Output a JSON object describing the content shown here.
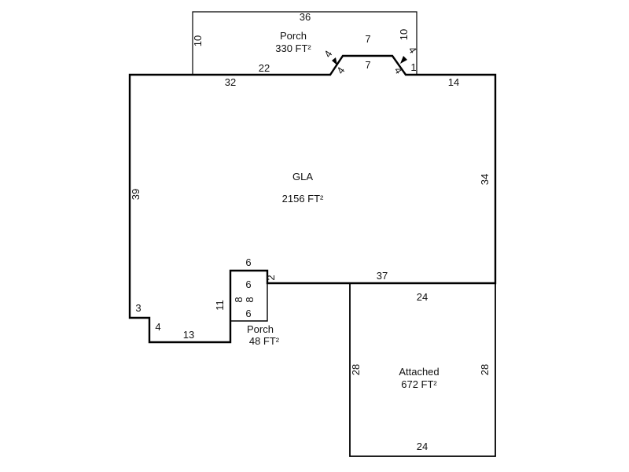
{
  "sketch": {
    "areas": {
      "top_porch": {
        "name": "Porch",
        "area": "330 FT²"
      },
      "gla": {
        "name": "GLA",
        "area": "2156 FT²"
      },
      "small_porch": {
        "name": "Porch",
        "area": "48 FT²"
      },
      "garage": {
        "name": "Attached",
        "area": "672 FT²"
      }
    },
    "dims": {
      "porch_top": "36",
      "porch_left": "10",
      "porch_right": "10",
      "porch_bottom": "22",
      "porch_bottom_right": "1",
      "porch_bay_top": "7",
      "porch_bay_left": "4",
      "porch_bay_right": "4",
      "gla_top_left": "32",
      "gla_bay_left": "4",
      "gla_bay_top": "7",
      "gla_bay_right": "4",
      "gla_top_right": "14",
      "gla_right": "34",
      "gla_left": "39",
      "gla_step_across": "3",
      "gla_step_down": "4",
      "gla_bottom_left": "13",
      "gla_porch_side": "11",
      "gla_notch_up": "2",
      "gla_notch_across": "6",
      "gla_bottom": "37",
      "sp_top": "6",
      "sp_left": "8",
      "sp_right": "8",
      "sp_bottom": "6",
      "garage_top": "24",
      "garage_left": "28",
      "garage_right": "28",
      "garage_bottom": "24"
    }
  }
}
